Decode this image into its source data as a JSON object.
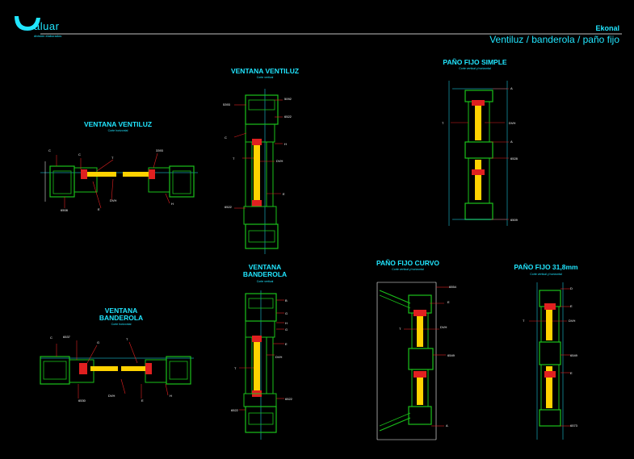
{
  "header": {
    "brand": "aluar",
    "brand_sub": "división elaborados",
    "line_name": "Ekonal",
    "subtitle": "Ventiluz / banderola / paño fijo"
  },
  "sections": {
    "ventiluz_h": {
      "title": "VENTANA VENTILUZ",
      "sub": "Corte horizontal"
    },
    "ventiluz_v": {
      "title": "VENTANA VENTILUZ",
      "sub": "Corte vertical"
    },
    "fijo_simple": {
      "title": "PAÑO FIJO SIMPLE",
      "sub": "Corte vertical y horizontal"
    },
    "banderola_h": {
      "title_1": "VENTANA",
      "title_2": "BANDEROLA",
      "sub": "Corte horizontal"
    },
    "banderola_v": {
      "title_1": "VENTANA",
      "title_2": "BANDEROLA",
      "sub": "Corte vertical"
    },
    "fijo_curvo": {
      "title": "PAÑO FIJO CURVO",
      "sub": "Corte vertical y horizontal"
    },
    "fijo_31": {
      "title": "PAÑO FIJO 31,8mm",
      "sub": "Corte vertical y horizontal"
    }
  },
  "labels": {
    "c": "C",
    "t": "T",
    "h": "H",
    "a": "A",
    "b": "B",
    "g": "G",
    "d": "D",
    "dvh": "DVH",
    "e": "E",
    "c1": "3393",
    "c2": "6508",
    "c3": "5393",
    "c4": "5092",
    "c5": "6522",
    "c6": "6522",
    "c7": "6528",
    "c8": "6509",
    "c9": "6537",
    "c10": "6530",
    "c11": "6522",
    "c12": "6554",
    "c13": "6549",
    "c14": "6573"
  },
  "colors": {
    "frame": "#1ac21a",
    "glass": "#ffd200",
    "text": "#21e6ff",
    "leader": "#e02020",
    "rule": "#ffffff"
  }
}
